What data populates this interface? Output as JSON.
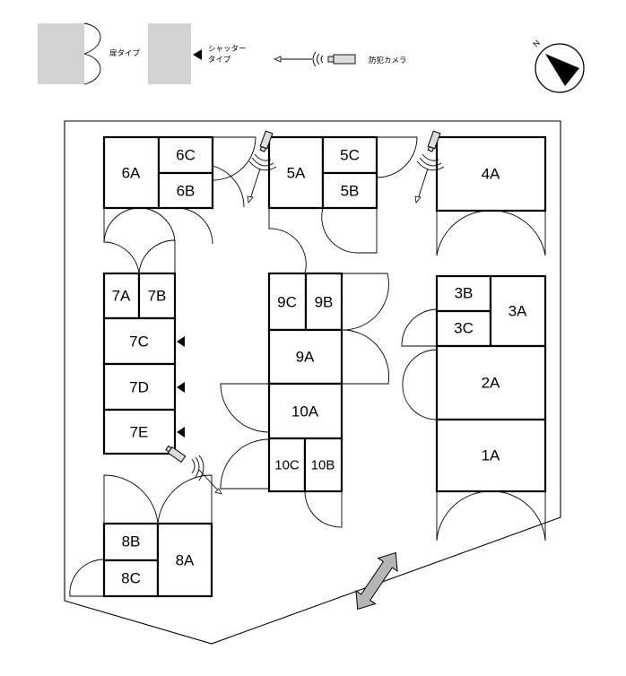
{
  "legend": {
    "door_type_label": "扉タイプ",
    "shutter_type_label_1": "シャッター",
    "shutter_type_label_2": "タイプ",
    "camera_label": "防犯カメラ",
    "compass_letter": "N"
  },
  "units": [
    {
      "id": "6A",
      "label": "6A"
    },
    {
      "id": "6C",
      "label": "6C"
    },
    {
      "id": "6B",
      "label": "6B"
    },
    {
      "id": "5A",
      "label": "5A"
    },
    {
      "id": "5C",
      "label": "5C"
    },
    {
      "id": "5B",
      "label": "5B"
    },
    {
      "id": "4A",
      "label": "4A"
    },
    {
      "id": "7A",
      "label": "7A"
    },
    {
      "id": "7B",
      "label": "7B"
    },
    {
      "id": "7C",
      "label": "7C"
    },
    {
      "id": "7D",
      "label": "7D"
    },
    {
      "id": "7E",
      "label": "7E"
    },
    {
      "id": "9C",
      "label": "9C"
    },
    {
      "id": "9B",
      "label": "9B"
    },
    {
      "id": "9A",
      "label": "9A"
    },
    {
      "id": "10A",
      "label": "10A"
    },
    {
      "id": "10C",
      "label": "10C"
    },
    {
      "id": "10B",
      "label": "10B"
    },
    {
      "id": "3B",
      "label": "3B"
    },
    {
      "id": "3C",
      "label": "3C"
    },
    {
      "id": "3A",
      "label": "3A"
    },
    {
      "id": "2A",
      "label": "2A"
    },
    {
      "id": "1A",
      "label": "1A"
    },
    {
      "id": "8B",
      "label": "8B"
    },
    {
      "id": "8C",
      "label": "8C"
    },
    {
      "id": "8A",
      "label": "8A"
    }
  ]
}
